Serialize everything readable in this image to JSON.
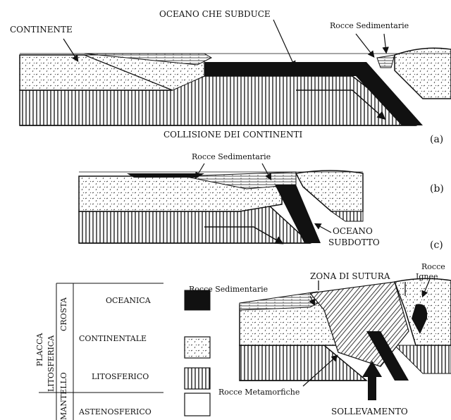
{
  "labels": {
    "continente": "CONTINENTE",
    "oceano_che_subduce": "OCEANO CHE SUBDUCE",
    "rocce_sed_a": "Rocce Sedimentarie",
    "collisione": "COLLISIONE DEI CONTINENTI",
    "rocce_sed_b": "Rocce Sedimentarie",
    "oceano_subdotto_1": "OCEANO",
    "oceano_subdotto_2": "SUBDOTTO",
    "rocce_sed_c": "Rocce Sedimentarie",
    "zona_sutura": "ZONA DI SUTURA",
    "rocce_ignee_1": "Rocce",
    "rocce_ignee_2": "Ignee",
    "rocce_metamorfiche": "Rocce Metamorfiche",
    "sollevamento": "SOLLEVAMENTO"
  },
  "panels": {
    "a": "(a)",
    "b": "(b)",
    "c": "(c)"
  },
  "legend": {
    "placca": "PLACCA",
    "litosferica": "LITOSFERICA",
    "crosta": "CROSTA",
    "mantello": "MANTELLO",
    "rows": [
      "OCEANICA",
      "CONTINENTALE",
      "LITOSFERICO",
      "ASTENOSFERICO"
    ]
  }
}
